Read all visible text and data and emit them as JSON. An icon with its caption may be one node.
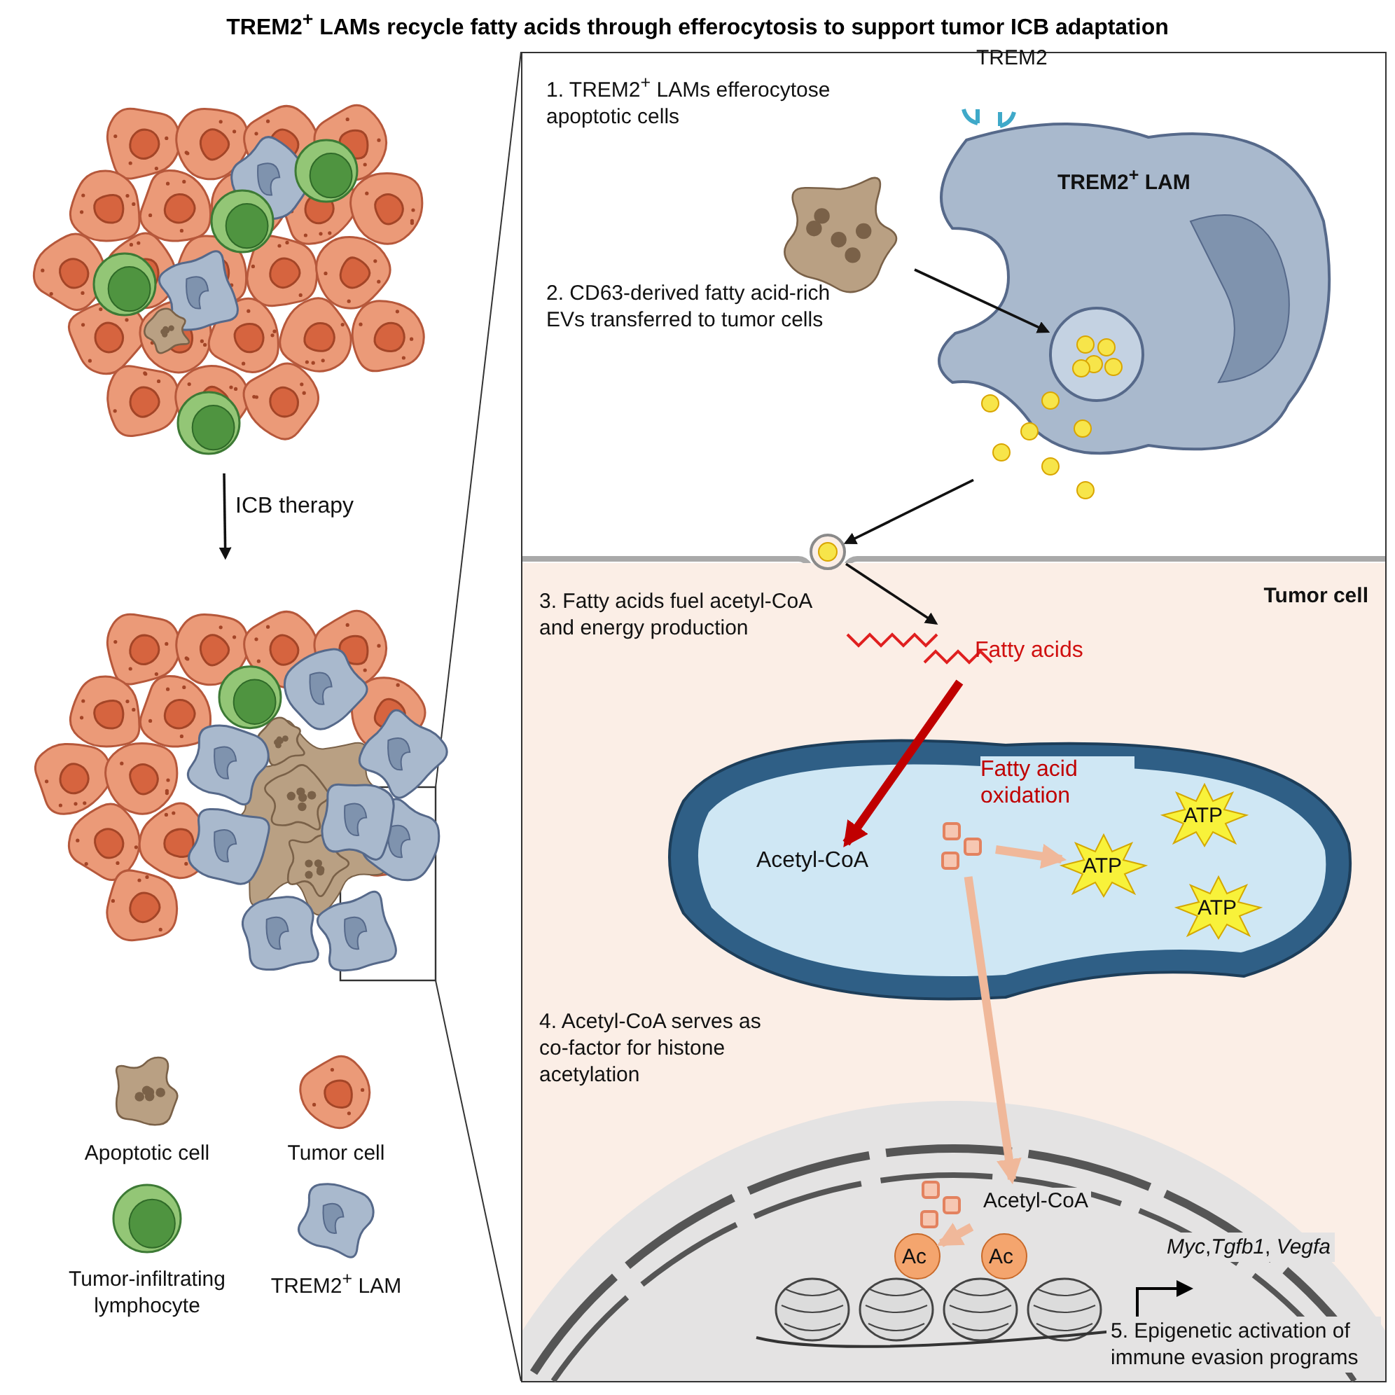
{
  "diagram": {
    "title": "TREM2$^{+}$ LAMs recycle fatty acids through efferocytosis to support tumor ICB adaptation",
    "nodes": [
      {
        "text": [],
        "shape": "picture"
      },
      {
        "text": [],
        "shape": "picture"
      },
      {
        "text": [
          "TREM2$^{+}$ LAM"
        ]
      },
      {
        "text": [],
        "shape": "picture"
      },
      {
        "text": [],
        "shape": "picture",
        "in": 2
      },
      {
        "text": [],
        "shape": "picture"
      },
      {
        "text": [],
        "shape": "circle"
      },
      {
        "text": [
          "Tumor cell"
        ]
      },
      {
        "text": [
          "Fatty acids"
        ],
        "in": 7
      },
      {
        "text": [],
        "shape": "picture",
        "in": 7
      },
      {
        "text": [
          "Acetyl-CoA"
        ],
        "in": 9
      },
      {
        "text": [],
        "shape": "picture",
        "in": 9
      },
      {
        "text": [
          "ATP"
        ],
        "in": 9
      },
      {
        "text": [
          "ATP"
        ],
        "in": 9
      },
      {
        "text": [
          "ATP"
        ],
        "in": 9
      },
      {
        "text": [],
        "shape": "picture",
        "in": 7
      },
      {
        "text": [
          "Acetyl-CoA"
        ],
        "in": 15
      },
      {
        "text": [
          "Ac"
        ],
        "in": 15
      },
      {
        "text": [
          "Ac"
        ],
        "in": 15
      }
    ],
    "edges": [
      {
        "from": 0,
        "to": 1,
        "arrow": "to",
        "label": "ICB therapy"
      },
      {
        "from": 3,
        "to": 4,
        "arrow": "to"
      },
      {
        "from": 5,
        "to": 6,
        "arrow": "to"
      },
      {
        "from": 6,
        "to": 8,
        "arrow": "to"
      },
      {
        "from": 8,
        "to": 10,
        "arrow": "to",
        "label": "Fatty acid oxidation",
        "style": "thick",
        "color": "#c00000"
      },
      {
        "from": 11,
        "to": 12,
        "arrow": "to",
        "style": "thick",
        "color": "#f0b89a"
      },
      {
        "from": 11,
        "to": 16,
        "arrow": "to",
        "style": "thick",
        "color": "#f0b89a"
      },
      {
        "from": 16,
        "to": 17,
        "arrow": "to",
        "style": "thick",
        "color": "#f0b89a"
      }
    ],
    "labels": [
      "1. TREM2$^{+}$ LAMs efferocytose apoptotic cells",
      "TREM2",
      "2. CD63-derived fatty acid-rich EVs transferred to tumor cells",
      "3. Fatty acids fuel acetyl-CoA and energy production",
      "4. Acetyl-CoA serves as co-factor for histone acetylation",
      "*Myc*,*Tgfb1*, *Vegfa*",
      "5. Epigenetic activation of immune evasion programs"
    ],
    "legend": [
      {
        "text": "Apoptotic cell"
      },
      {
        "text": "Tumor cell"
      },
      {
        "text": "Tumor-infiltrating lymphocyte"
      },
      {
        "text": "TREM2$^{+}$ LAM"
      }
    ]
  }
}
